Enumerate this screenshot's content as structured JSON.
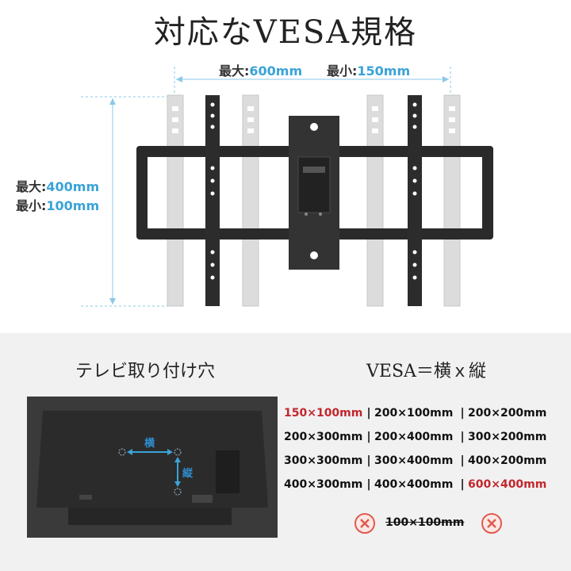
{
  "title": "対応なVESA規格",
  "horizontal": {
    "max_label": "最大:",
    "max_value": "600mm",
    "min_label": "最小:",
    "min_value": "150mm"
  },
  "vertical": {
    "max_label": "最大:",
    "max_value": "400mm",
    "min_label": "最小:",
    "min_value": "100mm"
  },
  "tv_section_title": "テレビ取り付け穴",
  "tv_labels": {
    "horizontal": "横",
    "vertical": "縦"
  },
  "vesa_section_title": "VESA＝横ｘ縦",
  "sizes": [
    [
      {
        "text": "150×100mm",
        "highlight": true
      },
      {
        "text": "200×100mm",
        "highlight": false
      },
      {
        "text": "200×200mm",
        "highlight": false
      }
    ],
    [
      {
        "text": "200×300mm",
        "highlight": false
      },
      {
        "text": "200×400mm",
        "highlight": false
      },
      {
        "text": "300×200mm",
        "highlight": false
      }
    ],
    [
      {
        "text": "300×300mm",
        "highlight": false
      },
      {
        "text": "300×400mm",
        "highlight": false
      },
      {
        "text": "400×200mm",
        "highlight": false
      }
    ],
    [
      {
        "text": "400×300mm",
        "highlight": false
      },
      {
        "text": "400×400mm",
        "highlight": false
      },
      {
        "text": "600×400mm",
        "highlight": true
      }
    ]
  ],
  "separator": "|",
  "not_supported": "100×100mm",
  "colors": {
    "accent": "#3aa3d8",
    "highlight": "#c1272d",
    "bad_icon": "#e05a4e",
    "bracket": "#2a2a2a"
  }
}
